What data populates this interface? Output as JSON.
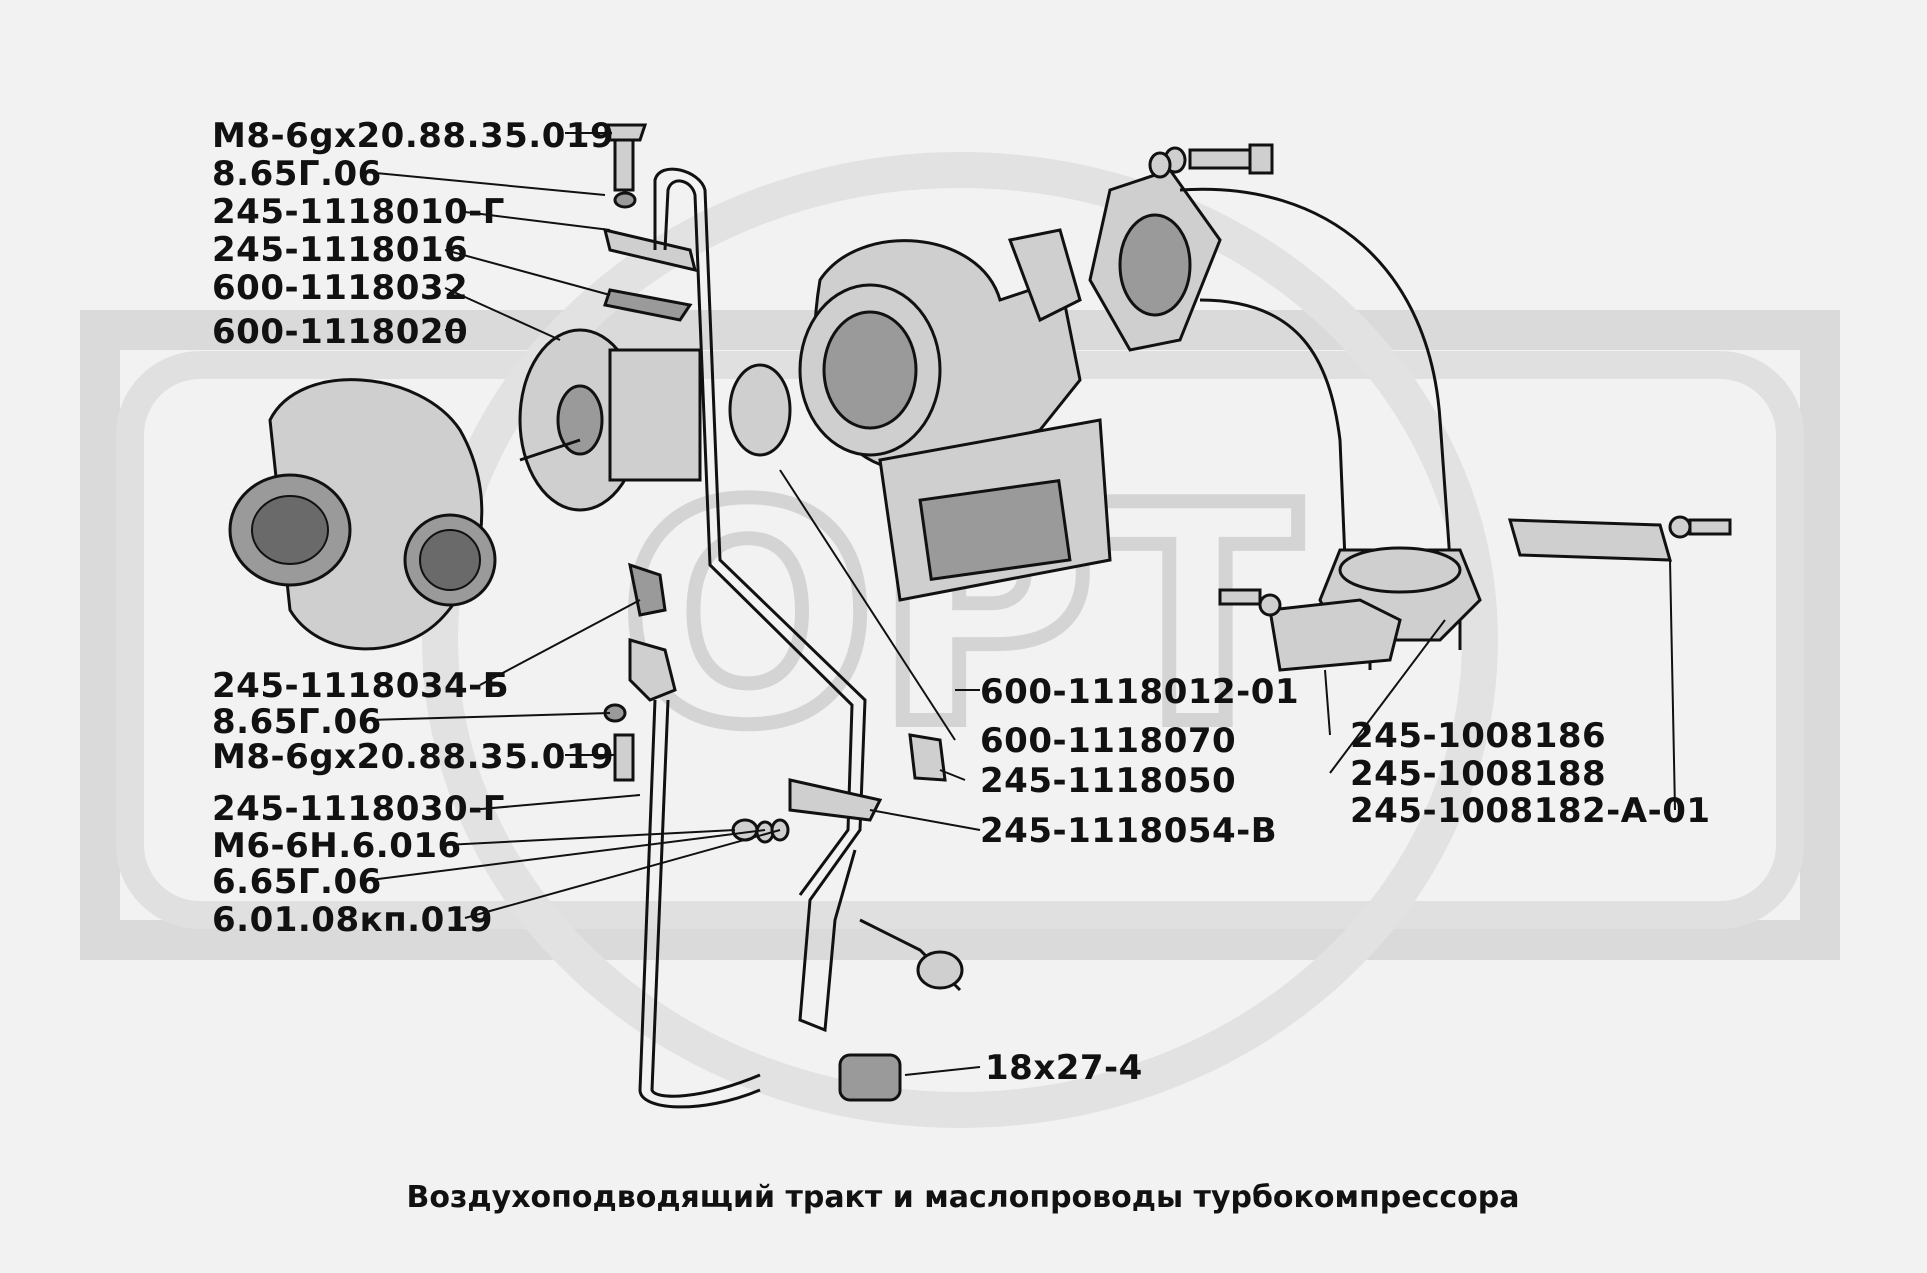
{
  "caption": "Воздухоподводящий тракт и маслопроводы турбокомпрессора",
  "watermark": "ОРТ",
  "labels": {
    "l1": "М8-6gх20.88.35.019",
    "l2": "8.65Г.06",
    "l3": "245-1118010-Г",
    "l4": "245-1118016",
    "l5": "600-1118032",
    "l6": "600-1118020",
    "l7": "245-1118034-Б",
    "l8": "8.65Г.06",
    "l9": "М8-6gх20.88.35.019",
    "l10": "245-1118030-Г",
    "l11": "М6-6Н.6.016",
    "l12": "6.65Г.06",
    "l13": "6.01.08кп.019",
    "r1": "600-1118012-01",
    "r2": "600-1118070",
    "r3": "245-1118050",
    "r4": "245-1118054-В",
    "r5": "245-1008186",
    "r6": "245-1008188",
    "r7": "245-1008182-А-01",
    "b1": "18х27-4"
  }
}
